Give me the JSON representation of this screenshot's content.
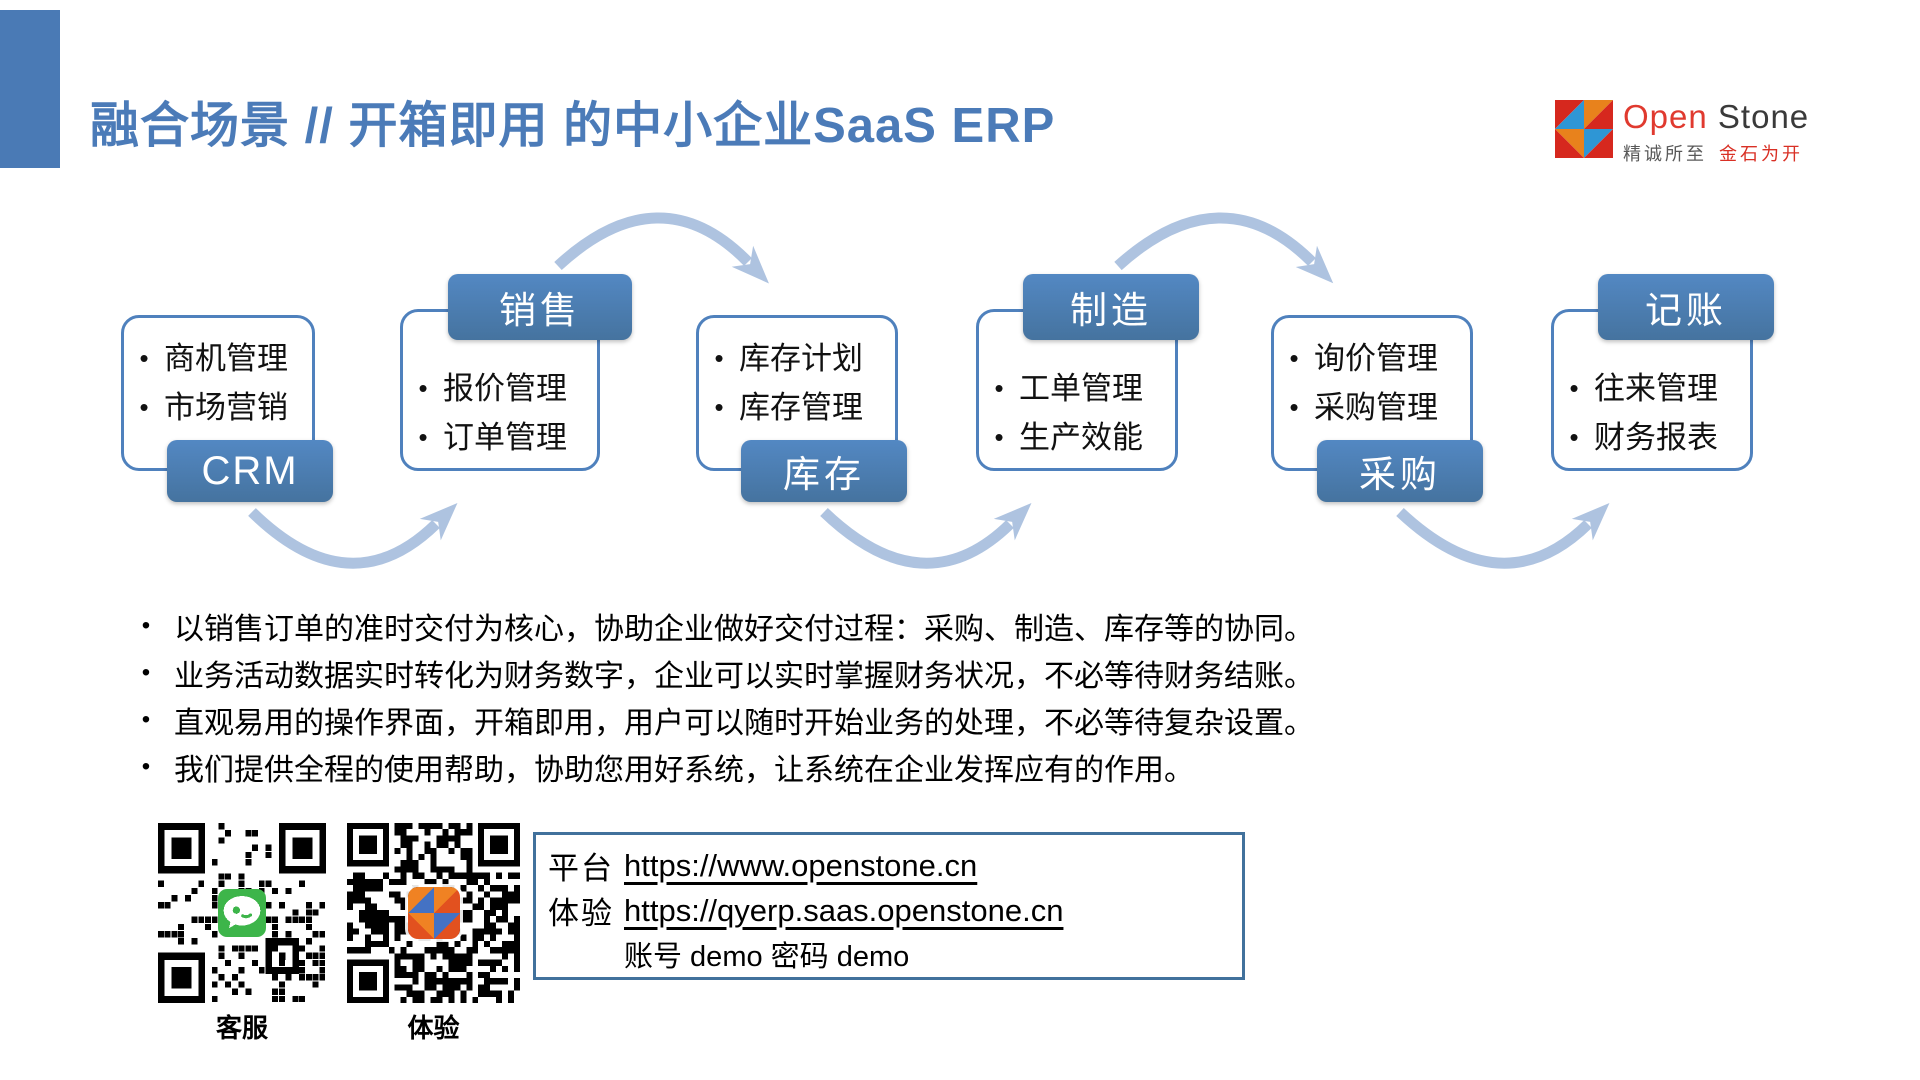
{
  "slide": {
    "title": "融合场景 // 开箱即用 的中小企业SaaS ERP",
    "title_color": "#4b7bb8",
    "accent_color": "#4a7ab5"
  },
  "logo": {
    "name_part1": "Open",
    "name_part2": "Stone",
    "tagline_gray": "精诚所至",
    "tagline_red": "金石为开",
    "colors": {
      "red": "#d6281e",
      "orange": "#e8821c",
      "blue": "#2e96d5",
      "text_red": "#e03a2f",
      "text_dark": "#3a3a3a"
    }
  },
  "flow": {
    "arrow_color": "#aec3e0",
    "label_fill": "#4a7cb8",
    "box_border": "#4f81bd",
    "nodes": [
      {
        "label": "CRM",
        "label_position": "bottom",
        "items": [
          "商机管理",
          "市场营销"
        ]
      },
      {
        "label": "销售",
        "label_position": "top",
        "items": [
          "报价管理",
          "订单管理"
        ]
      },
      {
        "label": "库存",
        "label_position": "bottom",
        "items": [
          "库存计划",
          "库存管理"
        ]
      },
      {
        "label": "制造",
        "label_position": "top",
        "items": [
          "工单管理",
          "生产效能"
        ]
      },
      {
        "label": "采购",
        "label_position": "bottom",
        "items": [
          "询价管理",
          "采购管理"
        ]
      },
      {
        "label": "记账",
        "label_position": "top",
        "items": [
          "往来管理",
          "财务报表"
        ]
      }
    ]
  },
  "bullets": [
    "以销售订单的准时交付为核心，协助企业做好交付过程：采购、制造、库存等的协同。",
    "业务活动数据实时转化为财务数字，企业可以实时掌握财务状况，不必等待财务结账。",
    "直观易用的操作界面，开箱即用，用户可以随时开始业务的处理，不必等待复杂设置。",
    "我们提供全程的使用帮助，协助您用好系统，让系统在企业发挥应有的作用。"
  ],
  "qr": {
    "service_label": "客服",
    "trial_label": "体验",
    "icons": {
      "service_center": "wechat-chat-icon",
      "trial_center": "openstone-logo-icon"
    },
    "wechat_green": "#3db54a"
  },
  "links": {
    "platform_label": "平台",
    "platform_url": "https://www.openstone.cn",
    "trial_label": "体验",
    "trial_url": "https://qyerp.saas.openstone.cn",
    "credentials": "账号 demo 密码 demo"
  }
}
